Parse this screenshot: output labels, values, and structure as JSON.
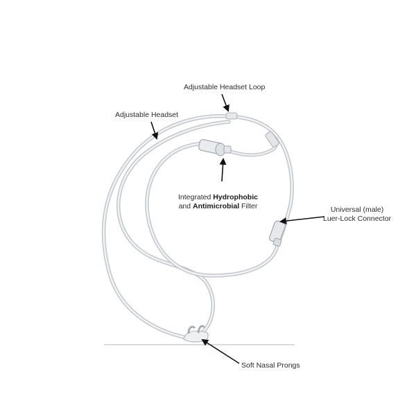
{
  "labels": {
    "headset_loop": "Adjustable Headset Loop",
    "headset": "Adjustable Headset",
    "filter_line1_pre": "Integrated ",
    "filter_line1_bold": "Hydrophobic",
    "filter_line2_pre": "and ",
    "filter_line2_bold": "Antimicrobial",
    "filter_line2_post": " Filter",
    "connector_line1": "Universal (male)",
    "connector_line2": "Luer-Lock Connector",
    "prongs": "Soft Nasal Prongs"
  },
  "colors": {
    "background": "#ffffff",
    "tubing": "#c9ccd0",
    "tubing_highlight": "#eef0f2",
    "arrow": "#111111",
    "text": "#2b2b2b",
    "baseline": "#b8b8b8"
  }
}
